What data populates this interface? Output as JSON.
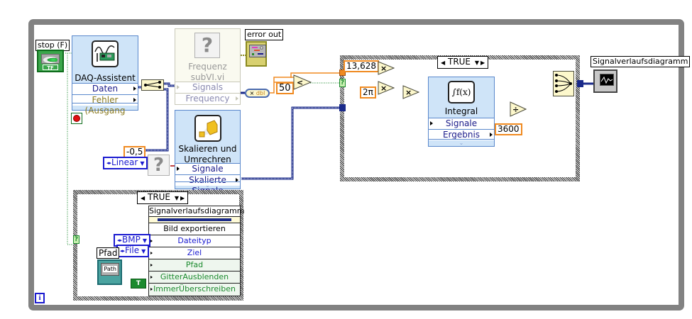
{
  "diagram": {
    "iteration_terminal": "i",
    "stop_control": {
      "label": "stop (F)",
      "tf_text": "TF"
    },
    "stop_terminal_icon": "stop-sign-icon",
    "daq_assistant": {
      "title": "DAQ-Assistent",
      "outputs": [
        "Daten",
        "Fehler (Ausgang"
      ],
      "icon": "daq-card-icon"
    },
    "frequency_subvi": {
      "title_lines": [
        "Frequenz",
        "subVI.vi"
      ],
      "rows": [
        "Signals",
        "Frequency"
      ],
      "icon": "question-mark-icon",
      "state": "missing"
    },
    "error_out": {
      "label": "error out"
    },
    "convert_dbl": {
      "text": "dbl"
    },
    "compare": {
      "constant": "50",
      "operator": "<"
    },
    "scale_convert": {
      "title_lines": [
        "Skalieren und",
        "Umrechren"
      ],
      "rows": [
        "Signale",
        "Skalierte Signale"
      ],
      "icon": "scale-cube-icon"
    },
    "scale_inputs": {
      "offset_constant": "-0,5",
      "mode_enum": "Linear"
    },
    "upper_case": {
      "selector": "TRUE",
      "constants": [
        "13,628",
        "2π",
        "3600"
      ],
      "integral": {
        "title": "Integral",
        "rows": [
          "Signale",
          "Ergebnis"
        ],
        "icon_text": "∫f(x)"
      },
      "divide_symbol": "÷",
      "multiply_symbol": "×"
    },
    "waveform_chart": {
      "label": "Signalverlaufsdiagramm"
    },
    "lower_case": {
      "selector": "TRUE",
      "property_node": {
        "target": "Signalverlaufsdiagramm",
        "method": "Bild exportieren",
        "rows": [
          {
            "label": "Dateityp",
            "style": "blue"
          },
          {
            "label": "Ziel",
            "style": "blue"
          },
          {
            "label": "Pfad",
            "style": "green"
          },
          {
            "label": "GitterAusblenden",
            "style": "green"
          },
          {
            "label": "ImmerÜberschreiben",
            "style": "green"
          }
        ]
      },
      "filetype_enum": "BMP",
      "target_enum": "File",
      "path_control": {
        "label": "Pfad",
        "text": "Path"
      },
      "bool_constant": "T"
    },
    "colors": {
      "while_loop": "#828282",
      "wire_numeric": "#f08a20",
      "wire_dynamic": "#1a2a8a",
      "wire_boolean": "#1b8a2e",
      "wire_error": "#8a8a20",
      "express_fill": "#cfe4f8",
      "enum_border": "#1a1ad0"
    }
  }
}
